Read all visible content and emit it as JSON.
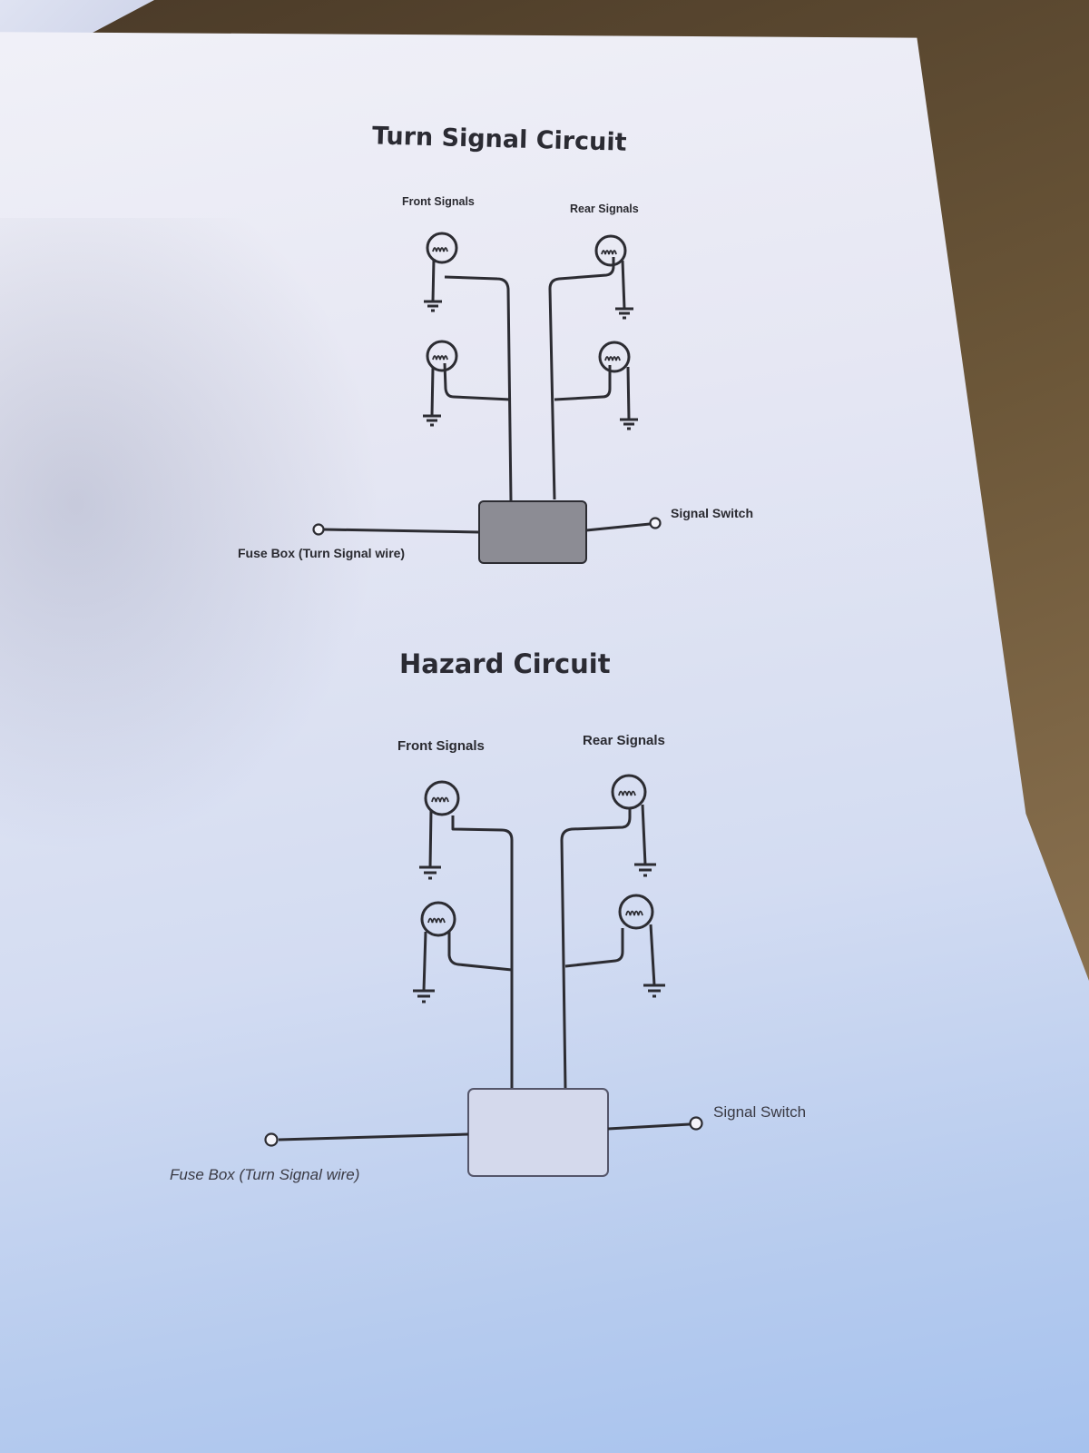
{
  "turn_signal": {
    "title": "Turn Signal Circuit",
    "front_label": "Front Signals",
    "rear_label": "Rear Signals",
    "fuse_label": "Fuse Box (Turn Signal wire)",
    "switch_label": "Signal Switch"
  },
  "hazard": {
    "title": "Hazard Circuit",
    "front_label": "Front Signals",
    "rear_label": "Rear Signals",
    "fuse_label": "Fuse Box (Turn Signal wire)",
    "switch_label": "Signal Switch"
  },
  "colors": {
    "ink": "#2c2c32",
    "flasher_dark": "#8c8c94",
    "flasher_light": "#d4d9ec"
  }
}
